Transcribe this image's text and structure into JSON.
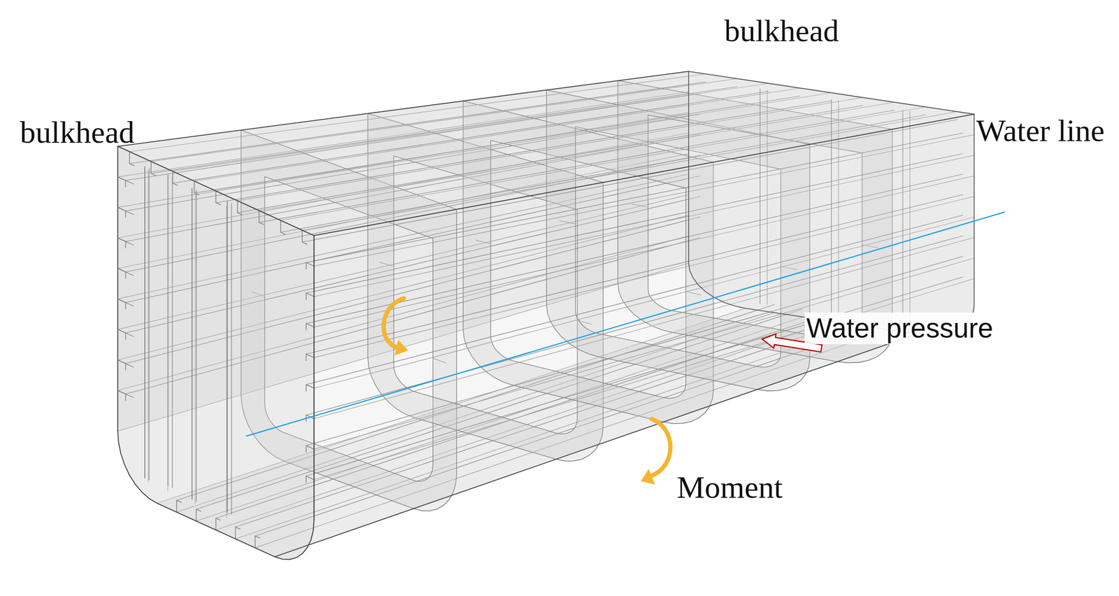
{
  "diagram": {
    "labels": [
      "bulkhead",
      "bulkhead",
      "Water line",
      "Water pressure",
      "Moment"
    ]
  }
}
